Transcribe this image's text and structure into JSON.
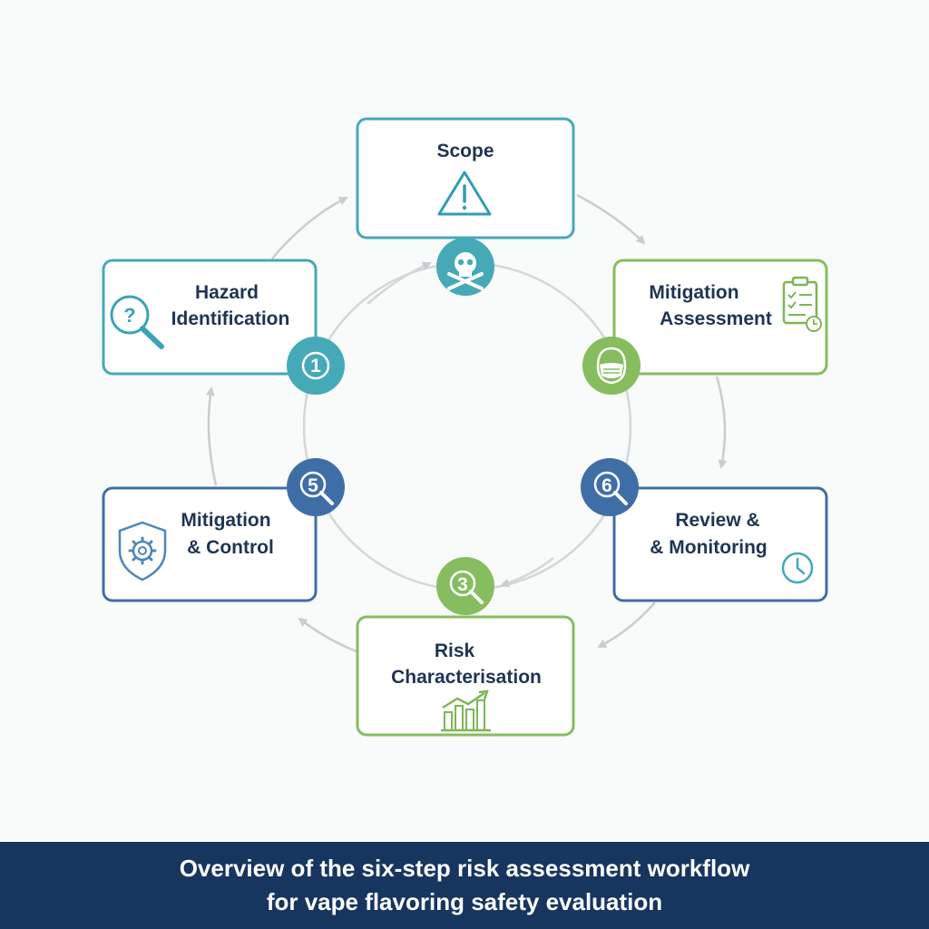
{
  "diagram": {
    "steps": {
      "scope": {
        "label": "Scope"
      },
      "hazard_identification": {
        "label_line1": "Hazard",
        "label_line2": "Identification",
        "badge": "1"
      },
      "mitigation_assessment": {
        "label_line1": "Mitigation",
        "label_line2": "Assessment"
      },
      "review_monitoring": {
        "label_line1": "Review &",
        "label_line2": "& Monitoring",
        "badge": "6"
      },
      "risk_characterisation": {
        "label_line1": "Risk",
        "label_line2": "Characterisation",
        "badge": "3"
      },
      "mitigation_control": {
        "label_line1": "Mitigation",
        "label_line2": "& Control",
        "badge": "5"
      }
    },
    "icons": {
      "scope": "warning-triangle-icon",
      "scope_badge": "skull-crossbones-icon",
      "hazard_identification": "magnifier-question-icon",
      "mitigation_assessment": "clipboard-checklist-icon",
      "mitigation_assessment_badge": "face-mask-icon",
      "review_monitoring": "clock-icon",
      "risk_characterisation": "bar-chart-growth-icon",
      "mitigation_control": "shield-gear-icon"
    },
    "colors": {
      "teal": "#45a9b8",
      "green": "#85bd5f",
      "blue": "#3f6ea7",
      "navy_text": "#1f3453",
      "connector": "#c8cdd1",
      "caption_bg": "#16355f"
    }
  },
  "caption": {
    "line1": "Overview of the six-step risk assessment workflow",
    "line2": "for vape flavoring safety evaluation"
  }
}
